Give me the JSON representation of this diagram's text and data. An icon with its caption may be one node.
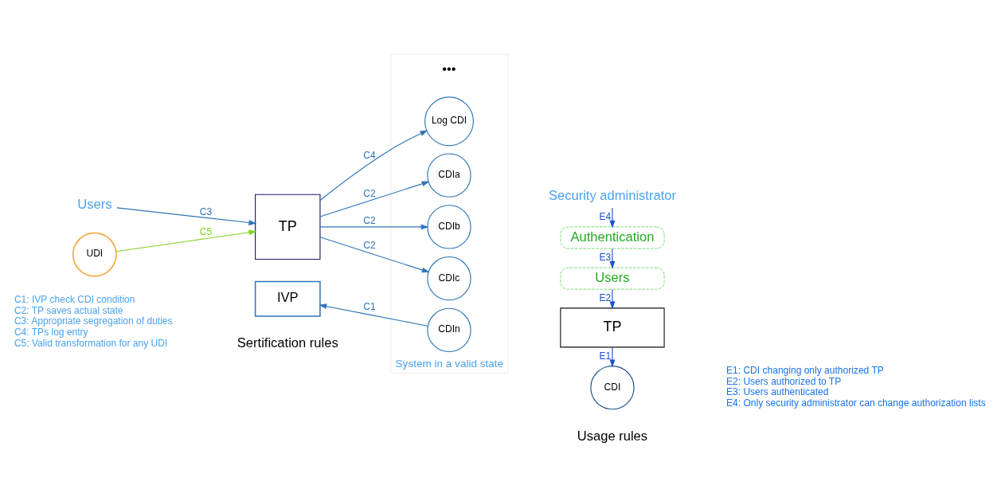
{
  "diagram": {
    "nodes": [
      {
        "text": [
          "Users"
        ]
      },
      {
        "text": [
          "TP"
        ]
      },
      {
        "text": [
          "UDI"
        ]
      },
      {
        "text": [
          "IVP"
        ]
      },
      {
        "text": [
          "System in a valid state"
        ]
      },
      {
        "text": [
          "CDIa"
        ],
        "in": 4
      },
      {
        "text": [
          "CDIb"
        ],
        "in": 4
      },
      {
        "text": [
          "CDIc"
        ],
        "in": 4
      },
      {
        "text": [
          "Log CDI"
        ],
        "in": 4
      },
      {
        "text": [
          "CDIn"
        ],
        "in": 4
      },
      {
        "text": [
          "Security administrator"
        ]
      },
      {
        "text": [
          "Authentication"
        ]
      },
      {
        "text": [
          "Users"
        ]
      },
      {
        "text": [
          "TP"
        ]
      },
      {
        "text": [
          "CDI"
        ]
      }
    ],
    "edges": [
      {
        "from": 0,
        "to": 1,
        "arrow": "to",
        "label": "C3"
      },
      {
        "from": 2,
        "to": 1,
        "arrow": "to",
        "label": "C5",
        "color": "#7ed321"
      },
      {
        "from": 1,
        "to": 5,
        "arrow": "to",
        "label": "C2"
      },
      {
        "from": 1,
        "to": 6,
        "arrow": "to",
        "label": "C2"
      },
      {
        "from": 1,
        "to": 7,
        "arrow": "to",
        "label": "C2"
      },
      {
        "from": 1,
        "to": 8,
        "arrow": "to",
        "label": "C4"
      },
      {
        "from": 9,
        "to": 3,
        "arrow": "to",
        "label": "C1"
      },
      {
        "from": 10,
        "to": 11,
        "arrow": "to",
        "label": "E4",
        "color": "#1a4fcf"
      },
      {
        "from": 11,
        "to": 12,
        "arrow": "to",
        "label": "E3",
        "color": "#1a4fcf"
      },
      {
        "from": 12,
        "to": 13,
        "arrow": "to",
        "label": "E2",
        "color": "#1a4fcf"
      },
      {
        "from": 13,
        "to": 14,
        "arrow": "to",
        "label": "E1",
        "color": "#1a4fcf"
      }
    ],
    "labels": [
      "•••",
      "C1: IVP check CDI condition",
      "C2: TP saves actual state",
      "C3: Appropriate segregation of duties",
      "C4: TPs log entry",
      "C5: Valid transformation for any UDI",
      "E1: CDI changing only authorized TP",
      "E2: Users authorized to TP",
      "E3: Users authenticated",
      "E4: Only security administrator can change authorization lists",
      "Sertification rules",
      "Usage rules"
    ]
  }
}
